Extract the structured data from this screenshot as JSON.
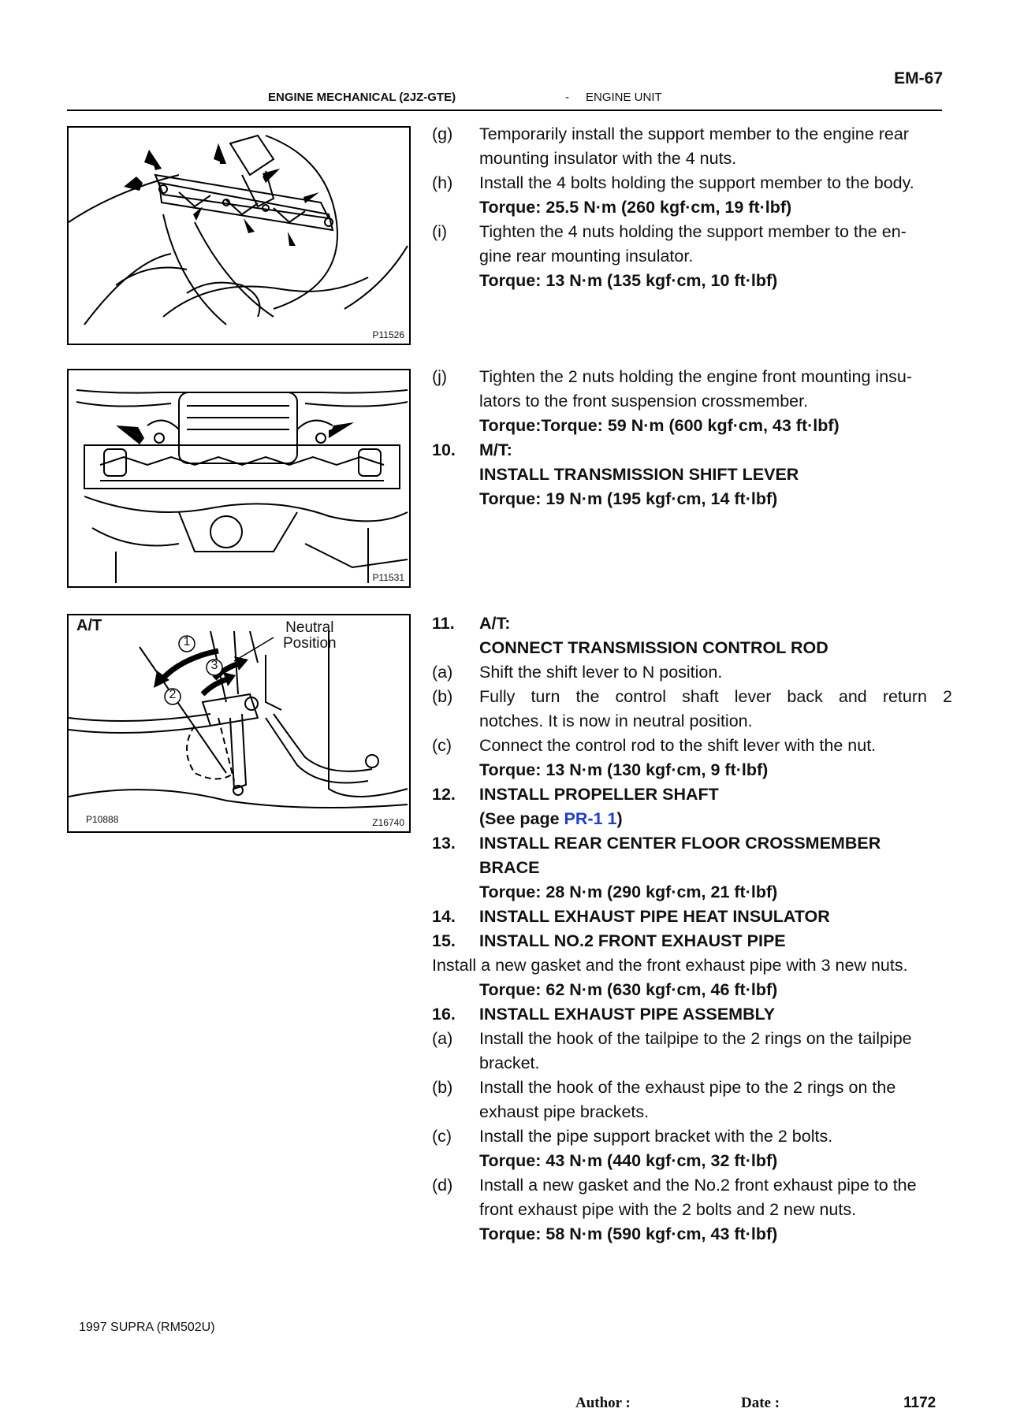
{
  "page": {
    "page_code": "EM-67",
    "section": "ENGINE MECHANICAL (2JZ-GTE)",
    "separator": "-",
    "subsection": "ENGINE UNIT"
  },
  "figures": {
    "fig1": {
      "code": "P11526"
    },
    "fig2": {
      "code": "P11531"
    },
    "fig3": {
      "label": "A/T",
      "neutral_1": "Neutral",
      "neutral_2": "Position",
      "circle_1": "1",
      "circle_2": "2",
      "circle_3": "3",
      "code_left": "P10888",
      "code_right": "Z16740"
    }
  },
  "block1": [
    {
      "num": "(g)",
      "lines": [
        "Temporarily install the support member to the engine rear",
        "mounting insulator with the 4 nuts."
      ],
      "bold": false
    },
    {
      "num": "(h)",
      "lines": [
        "Install the 4 bolts holding the support member to the body."
      ],
      "bold": false
    },
    {
      "num": "",
      "lines": [
        "Torque: 25.5 N·m (260 kgf·cm, 19 ft·lbf)"
      ],
      "bold": true
    },
    {
      "num": "(i)",
      "lines": [
        "Tighten the 4 nuts holding the support member to the en-",
        "gine rear mounting insulator."
      ],
      "bold": false
    },
    {
      "num": "",
      "lines": [
        "Torque: 13 N·m (135 kgf·cm, 10 ft·lbf)"
      ],
      "bold": true
    }
  ],
  "block2": [
    {
      "num": "(j)",
      "lines": [
        "Tighten the 2 nuts holding the engine front mounting insu-",
        "lators to the front suspension crossmember."
      ],
      "bold": false
    },
    {
      "num": "",
      "lines": [
        "Torque:Torque: 59 N·m (600 kgf·cm, 43 ft·lbf)"
      ],
      "bold": true
    },
    {
      "num": "10.",
      "lines": [
        "M/T:",
        "INSTALL TRANSMISSION SHIFT LEVER",
        "Torque: 19 N·m (195 kgf·cm, 14 ft·lbf)"
      ],
      "bold": true
    }
  ],
  "block3": {
    "s11_num": "11.",
    "s11_l1": "A/T:",
    "s11_l2": "CONNECT TRANSMISSION CONTROL ROD",
    "a11_num": "(a)",
    "a11": "Shift the shift lever to N position.",
    "b11_num": "(b)",
    "b11_l1": "Fully turn the control shaft lever back and return 2",
    "b11_l2": "notches. It is now in neutral position.",
    "c11_num": "(c)",
    "c11": "Connect the control rod to the shift lever with the nut.",
    "c11_torque": "Torque: 13 N·m (130 kgf·cm, 9 ft·lbf)",
    "s12_num": "12.",
    "s12": "INSTALL PROPELLER SHAFT",
    "s12_see_pre": "(See page ",
    "s12_see_link": "PR-1 1",
    "s12_see_post": ")",
    "s13_num": "13.",
    "s13_l1": "INSTALL REAR CENTER FLOOR CROSSMEMBER",
    "s13_l2": "BRACE",
    "s13_torque": "Torque: 28 N·m (290 kgf·cm, 21 ft·lbf)",
    "s14_num": "14.",
    "s14": "INSTALL EXHAUST PIPE HEAT INSULATOR",
    "s15_num": "15.",
    "s15": "INSTALL NO.2 FRONT EXHAUST PIPE",
    "s15_free": "Install a new gasket and the front exhaust pipe with 3 new nuts.",
    "s15_torque": "Torque: 62 N·m (630 kgf·cm, 46 ft·lbf)",
    "s16_num": "16.",
    "s16": "INSTALL EXHAUST PIPE ASSEMBLY",
    "a16_num": "(a)",
    "a16_l1": "Install the hook of the tailpipe to the 2 rings on the tailpipe",
    "a16_l2": "bracket.",
    "b16_num": "(b)",
    "b16_l1": "Install the hook of the exhaust pipe to the 2 rings on the",
    "b16_l2": "exhaust pipe brackets.",
    "c16_num": "(c)",
    "c16": "Install the pipe support bracket with the 2 bolts.",
    "c16_torque": "Torque: 43 N·m (440 kgf·cm, 32 ft·lbf)",
    "d16_num": "(d)",
    "d16_l1": "Install a new gasket and the No.2 front exhaust pipe to the",
    "d16_l2": "front exhaust pipe with the 2 bolts and 2 new nuts.",
    "d16_torque": "Torque: 58 N·m (590 kgf·cm, 43 ft·lbf)"
  },
  "footer": {
    "model": "1997 SUPRA   (RM502U)",
    "author_label": "Author :",
    "date_label": "Date :",
    "page_number": "1172"
  }
}
